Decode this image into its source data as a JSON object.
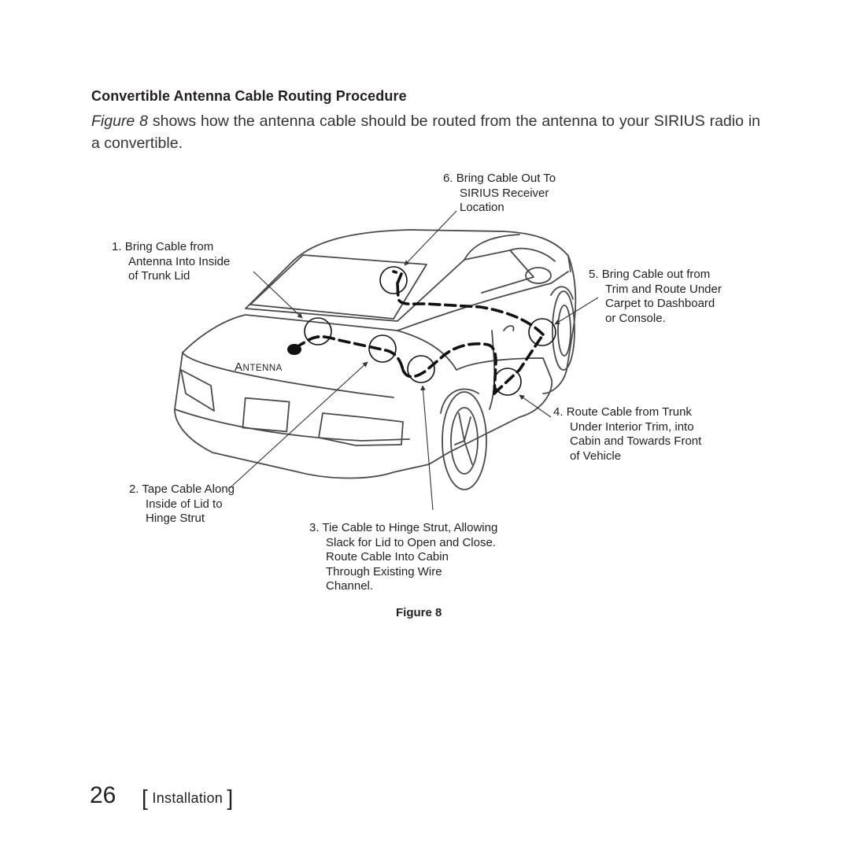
{
  "heading": "Convertible Antenna Cable Routing Procedure",
  "intro": {
    "figure_ref": "Figure 8",
    "text": " shows how the antenna cable should be routed from the antenna to your SIRIUS radio in a convertible."
  },
  "callouts": {
    "step1": {
      "number": "1.",
      "lines": [
        "Bring Cable from",
        "Antenna Into Inside",
        "of Trunk Lid"
      ]
    },
    "step2": {
      "number": "2.",
      "lines": [
        "Tape Cable Along",
        "Inside of Lid to",
        "Hinge Strut"
      ]
    },
    "step3": {
      "number": "3.",
      "lines": [
        "Tie Cable to Hinge Strut, Allowing",
        "Slack for Lid to Open and Close.",
        "Route Cable Into Cabin",
        "Through Existing Wire",
        "Channel."
      ]
    },
    "step4": {
      "number": "4.",
      "lines": [
        "Route Cable from Trunk",
        "Under Interior Trim, into",
        "Cabin and Towards Front",
        "of Vehicle"
      ]
    },
    "step5": {
      "number": "5.",
      "lines": [
        "Bring Cable out from",
        "Trim and Route Under",
        "Carpet to Dashboard",
        "or Console."
      ]
    },
    "step6": {
      "number": "6.",
      "lines": [
        "Bring Cable Out To",
        "SIRIUS Receiver",
        "Location"
      ]
    }
  },
  "antenna_label": {
    "initial": "A",
    "rest": "NTENNA"
  },
  "caption": "Figure 8",
  "footer": {
    "page_number": "26",
    "bracket_open": "[",
    "section": "Installation",
    "bracket_close": "]"
  }
}
